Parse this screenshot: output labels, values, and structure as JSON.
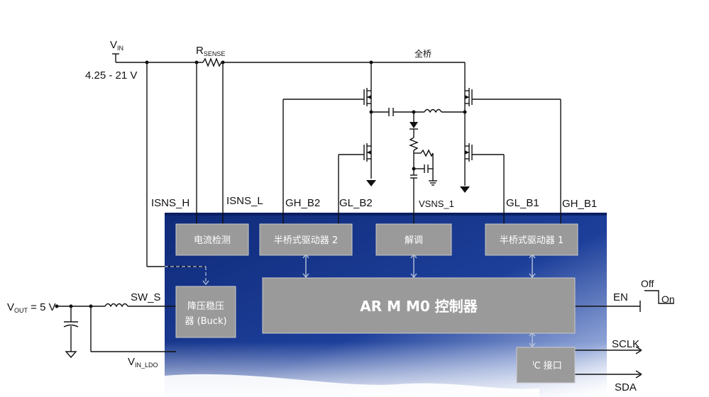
{
  "labels": {
    "vin_main": "V",
    "vin_sub": "IN",
    "vin_range": "4.25 - 21 V",
    "rsense_main": "R",
    "rsense_sub": "SENSE",
    "full_bridge": "全桥",
    "isns_h": "ISNS_H",
    "isns_l": "ISNS_L",
    "gh_b2": "GH_B2",
    "gl_b2": "GL_B2",
    "vsns_1": "VSNS_1",
    "gl_b1": "GL_B1",
    "gh_b1": "GH_B1",
    "vout_main": "V",
    "vout_sub": "OUT",
    "vout_val": " = 5 V",
    "sw_s": "SW_S",
    "vin_ldo_main": "V",
    "vin_ldo_sub": "IN_LDO",
    "en": "EN",
    "off": "Off",
    "on": "On",
    "sclk": "SCLK",
    "sda": "SDA"
  },
  "blocks": {
    "current_sense": "电流检测",
    "half_bridge_2": "半桥式驱动器 2",
    "demod": "解调",
    "half_bridge_1": "半桥式驱动器 1",
    "buck_line1": "降压稳压",
    "buck_line2": "器 (Buck)",
    "controller": "AR M M0 控制器",
    "i2c_sup": "I",
    "i2c_main": "C 接口"
  },
  "colors": {
    "chip_dark": "#0f2a78",
    "chip_light": "#ffffff",
    "block_gray": "#9a9a9a",
    "wire": "#111111"
  }
}
